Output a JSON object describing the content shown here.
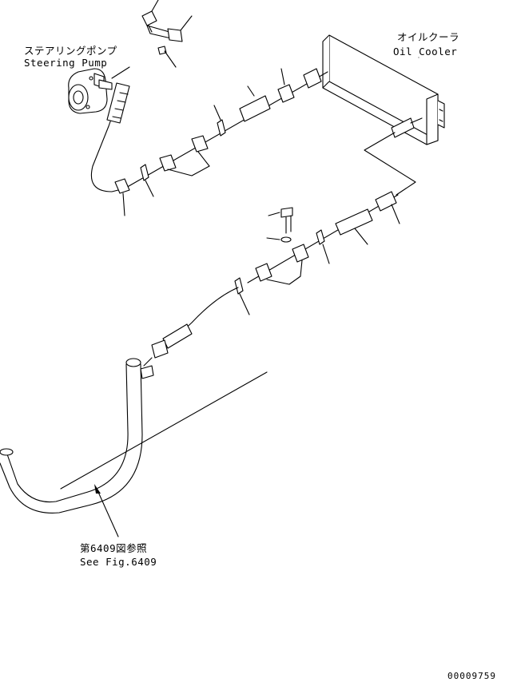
{
  "labels": {
    "steering_pump_jp": "ステアリングポンプ",
    "steering_pump_en": "Steering Pump",
    "oil_cooler_jp": "オイルクーラ",
    "oil_cooler_en": "Oil Cooler",
    "see_fig_jp": "第6409図参照",
    "see_fig_en": "See Fig.6409",
    "drawing_number": "00009759"
  }
}
